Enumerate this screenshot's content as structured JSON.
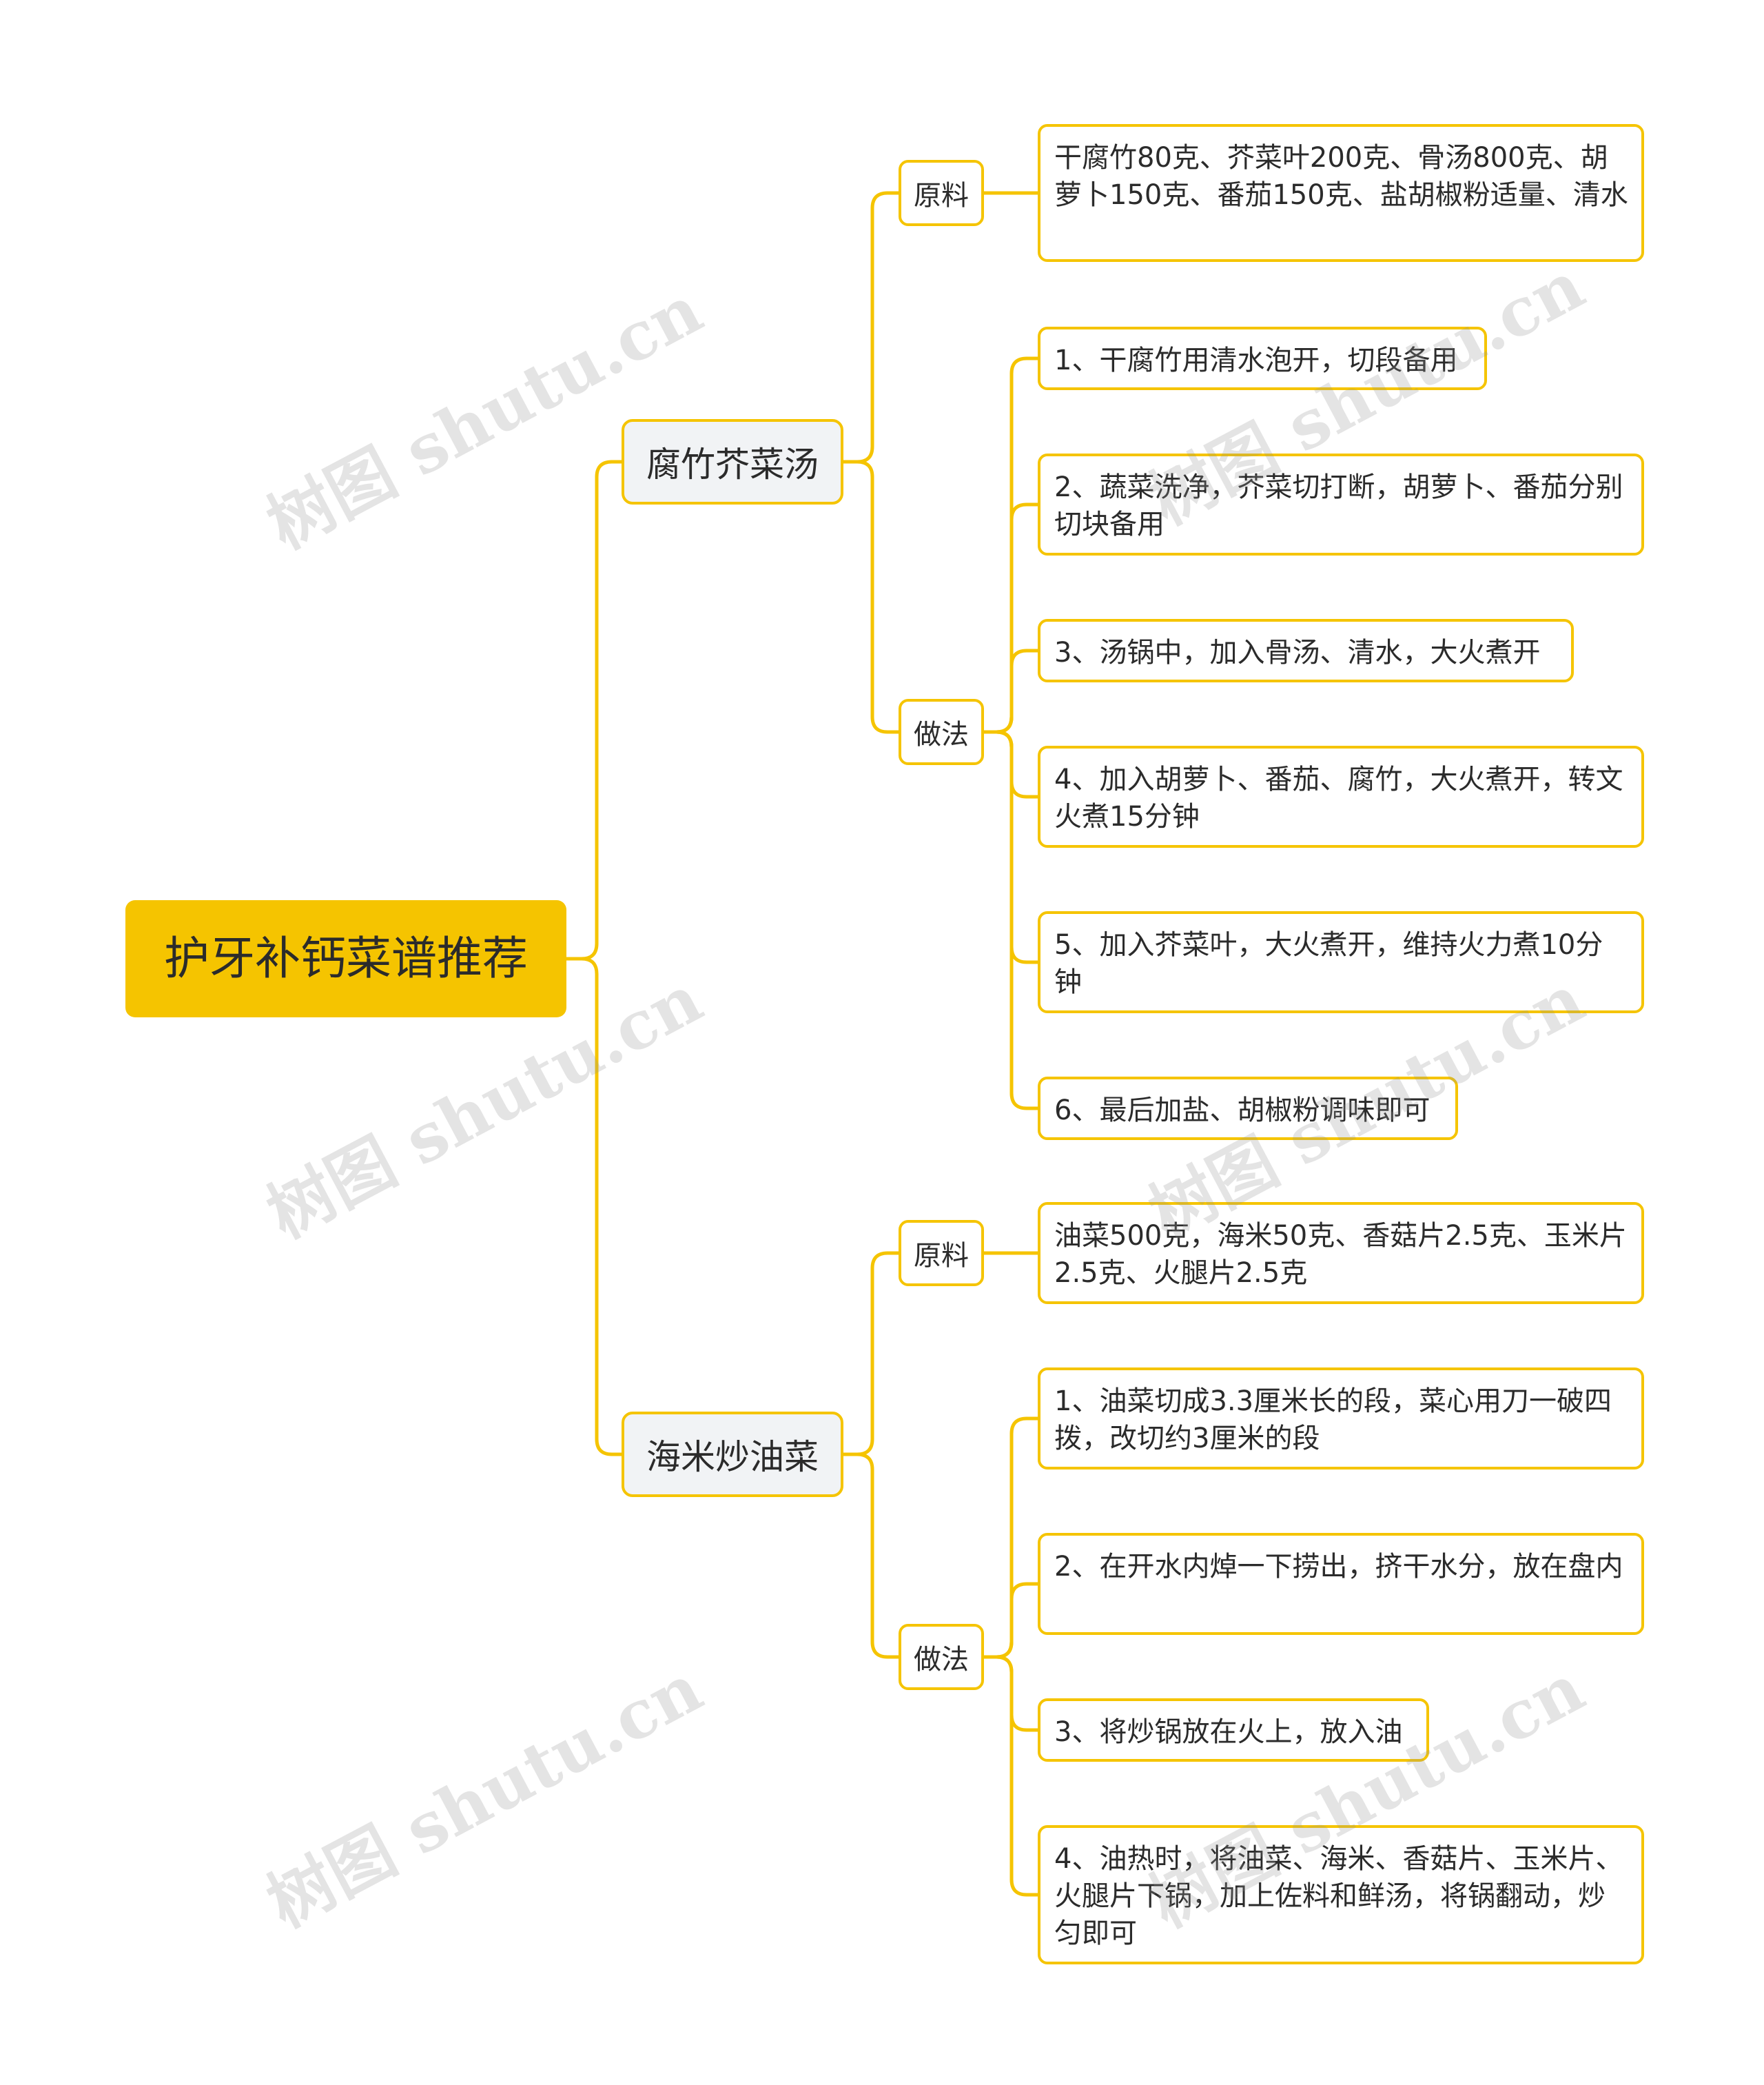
{
  "root": {
    "label": "护牙补钙菜谱推荐"
  },
  "branches": [
    {
      "label": "腐竹芥菜汤",
      "sections": [
        {
          "label": "原料",
          "items": [
            "干腐竹80克、芥菜叶200克、骨汤800克、胡萝卜150克、番茄150克、盐胡椒粉适量、清水"
          ]
        },
        {
          "label": "做法",
          "items": [
            "1、干腐竹用清水泡开，切段备用",
            "2、蔬菜洗净，芥菜切打断，胡萝卜、番茄分别切块备用",
            "3、汤锅中，加入骨汤、清水，大火煮开",
            "4、加入胡萝卜、番茄、腐竹，大火煮开，转文火煮15分钟",
            "5、加入芥菜叶，大火煮开，维持火力煮10分钟",
            "6、最后加盐、胡椒粉调味即可"
          ]
        }
      ]
    },
    {
      "label": "海米炒油菜",
      "sections": [
        {
          "label": "原料",
          "items": [
            "油菜500克，海米50克、香菇片2.5克、玉米片2.5克、火腿片2.5克"
          ]
        },
        {
          "label": "做法",
          "items": [
            "1、油菜切成3.3厘米长的段，菜心用刀一破四拨，改切约3厘米的段",
            "2、在开水内焯一下捞出，挤干水分，放在盘内",
            "3、将炒锅放在火上，放入油",
            "4、油热时，将油菜、海米、香菇片、玉米片、火腿片下锅，加上佐料和鲜汤，将锅翻动，炒匀即可"
          ]
        }
      ]
    }
  ],
  "watermark": {
    "text": "树图 shutu.cn"
  },
  "colors": {
    "accent": "#f5c400",
    "branch_fill": "#f1f3f5",
    "text": "#2b2b2b"
  }
}
